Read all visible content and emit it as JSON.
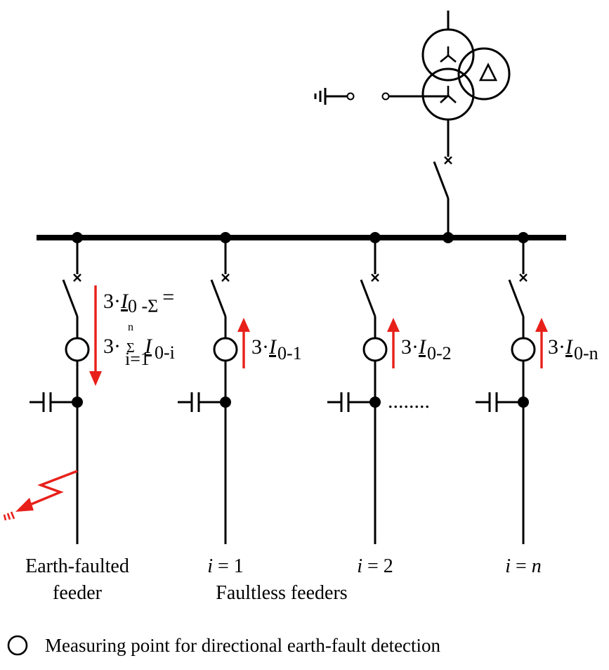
{
  "formulas": {
    "f0_prefix": "3·",
    "f0_symbol": "I",
    "f0_sub": "0 -Σ",
    "f0_eq": "=",
    "sum_prefix": "3·",
    "sum_sigma": "Σ",
    "sum_top": "n",
    "sum_bottom": "i=1",
    "sum_symbol": "I",
    "sum_sub": "0-i",
    "f1_prefix": "3·",
    "f1_symbol": "I",
    "f1_sub": "0-1",
    "f2_prefix": "3·",
    "f2_symbol": "I",
    "f2_sub": "0-2",
    "fn_prefix": "3·",
    "fn_symbol": "I",
    "fn_sub": "0-n"
  },
  "labels": {
    "earth_faulted_line1": "Earth-faulted",
    "earth_faulted_line2": "feeder",
    "i1_var": "i",
    "i1_rest": " = 1",
    "i2_var": "i",
    "i2_rest": " = 2",
    "in_var": "i",
    "in_eq": " = ",
    "in_n": "n",
    "faultless": "Faultless feeders",
    "dots": "........"
  },
  "legend": {
    "text": "Measuring point for directional earth-fault detection"
  },
  "colors": {
    "fault_current": "#e8201a",
    "line": "#000000"
  }
}
